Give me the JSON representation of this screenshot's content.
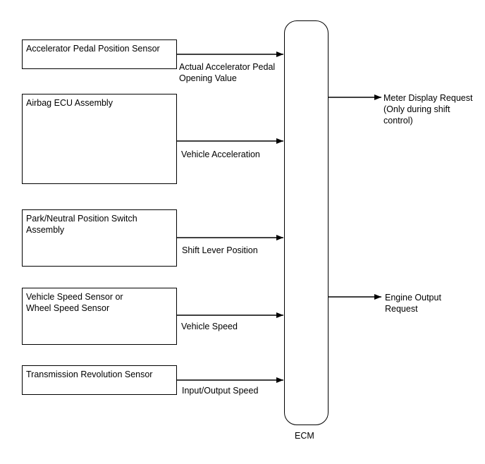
{
  "inputs": [
    {
      "label": "Accelerator Pedal Position Sensor",
      "signal": "Actual Accelerator Pedal\nOpening Value"
    },
    {
      "label": "Airbag ECU Assembly",
      "signal": "Vehicle Acceleration"
    },
    {
      "label": "Park/Neutral Position Switch\nAssembly",
      "signal": "Shift Lever Position"
    },
    {
      "label": "Vehicle Speed Sensor or\nWheel Speed Sensor",
      "signal": "Vehicle Speed"
    },
    {
      "label": "Transmission Revolution Sensor",
      "signal": "Input/Output Speed"
    }
  ],
  "ecm": {
    "label": "ECM"
  },
  "outputs": [
    {
      "label": "Meter Display Request\n(Only during shift\ncontrol)"
    },
    {
      "label": "Engine Output\nRequest"
    }
  ]
}
